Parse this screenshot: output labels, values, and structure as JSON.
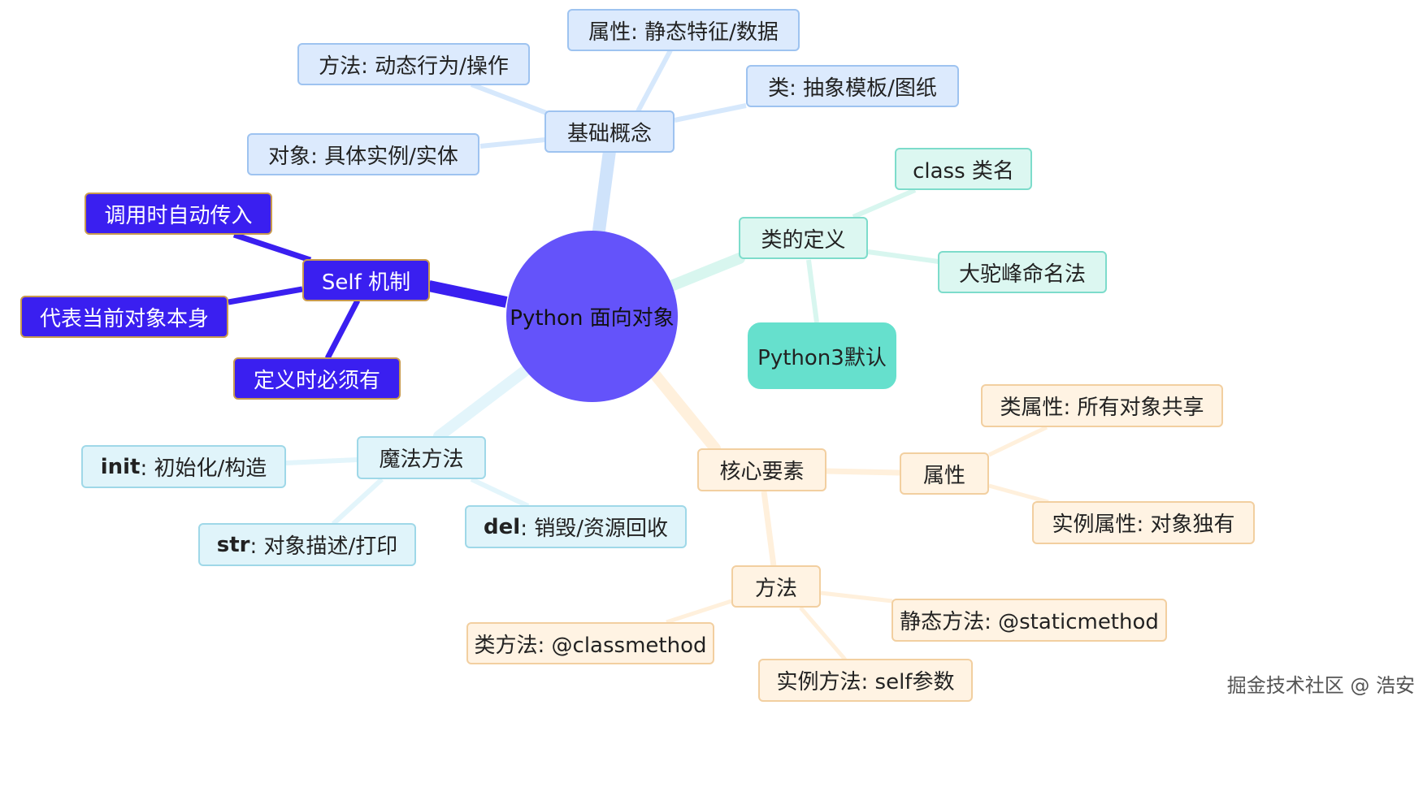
{
  "root": {
    "label": "Python 面向对象"
  },
  "watermark": "掘金技术社区 @ 浩安",
  "branches": {
    "basics": {
      "label": "基础概念",
      "children": {
        "attribute": "属性: 静态特征/数据",
        "method": "方法: 动态行为/操作",
        "class": "类: 抽象模板/图纸",
        "object": "对象: 具体实例/实体"
      }
    },
    "class_def": {
      "label": "类的定义",
      "children": {
        "class_name": "class 类名",
        "camel_case": "大驼峰命名法",
        "python3": "Python3默认"
      }
    },
    "self": {
      "label": "Self 机制",
      "children": {
        "auto_pass": "调用时自动传入",
        "represents": "代表当前对象本身",
        "required": "定义时必须有"
      }
    },
    "magic": {
      "label": "魔法方法",
      "children": {
        "init_key": "init",
        "init_desc": ": 初始化/构造",
        "str_key": "str",
        "str_desc": ": 对象描述/打印",
        "del_key": "del",
        "del_desc": ": 销毁/资源回收"
      }
    },
    "core": {
      "label": "核心要素",
      "children": {
        "attributes": {
          "label": "属性",
          "children": {
            "class_attr": "类属性: 所有对象共享",
            "instance_attr": "实例属性: 对象独有"
          }
        },
        "methods": {
          "label": "方法",
          "children": {
            "static_method": "静态方法: @staticmethod",
            "class_method": "类方法: @classmethod",
            "instance_method": "实例方法: self参数"
          }
        }
      }
    }
  },
  "colors": {
    "root": "#6453fa",
    "basics": "#dceafd",
    "class_def": "#dcf7f1",
    "python3": "#66e0cd",
    "self": "#3a1ff0",
    "magic": "#e0f4fa",
    "core": "#fff3e3"
  }
}
